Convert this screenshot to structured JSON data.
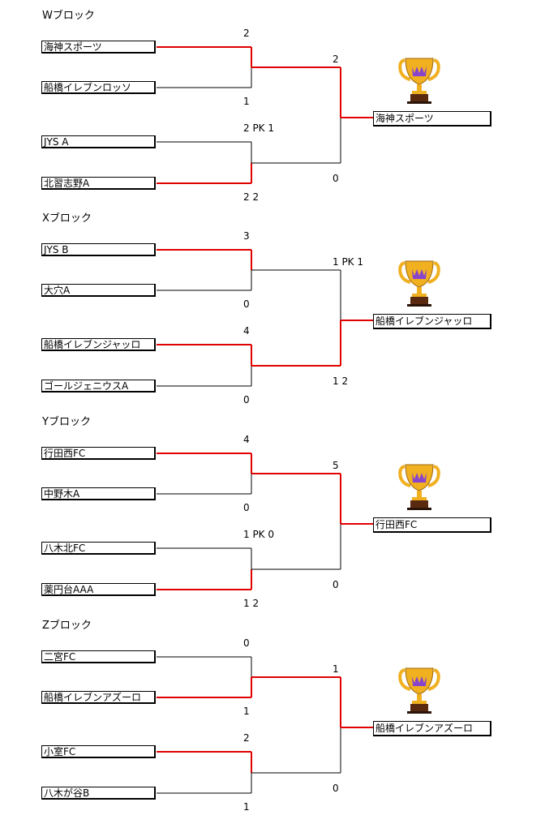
{
  "colors": {
    "win_line": "#e00000",
    "lose_line": "#000000",
    "trophy_gold": "#f0b020",
    "trophy_crown": "#8844cc",
    "trophy_base": "#5a2a10"
  },
  "blocks": [
    {
      "title": "Wブロック",
      "teams": [
        "海神スポーツ",
        "船橋イレブンロッソ",
        "JYS A",
        "北習志野A"
      ],
      "semi1": {
        "top": "2",
        "bottom": "1",
        "winner": "top"
      },
      "semi2": {
        "top": "2 PK  1",
        "bottom": "2    2",
        "winner": "bottom"
      },
      "final": {
        "top": "2",
        "bottom": "0",
        "winner": "top"
      },
      "champion": "海神スポーツ",
      "trophy": "trophy-icon"
    },
    {
      "title": "Xブロック",
      "teams": [
        "JYS B",
        "大穴A",
        "船橋イレブンジャッロ",
        "ゴールジェニウスA"
      ],
      "semi1": {
        "top": "3",
        "bottom": "0",
        "winner": "top"
      },
      "semi2": {
        "top": "4",
        "bottom": "0",
        "winner": "top"
      },
      "final": {
        "top": "1 PK  1",
        "bottom": "1    2",
        "winner": "bottom"
      },
      "champion": "船橋イレブンジャッロ",
      "trophy": "trophy-icon"
    },
    {
      "title": "Yブロック",
      "teams": [
        "行田西FC",
        "中野木A",
        "八木北FC",
        "薬円台AAA"
      ],
      "semi1": {
        "top": "4",
        "bottom": "0",
        "winner": "top"
      },
      "semi2": {
        "top": "1 PK  0",
        "bottom": "1    2",
        "winner": "bottom"
      },
      "final": {
        "top": "5",
        "bottom": "0",
        "winner": "top"
      },
      "champion": "行田西FC",
      "trophy": "trophy-icon"
    },
    {
      "title": "Zブロック",
      "teams": [
        "二宮FC",
        "船橋イレブンアズーロ",
        "小室FC",
        "八木が谷B"
      ],
      "semi1": {
        "top": "0",
        "bottom": "1",
        "winner": "bottom"
      },
      "semi2": {
        "top": "2",
        "bottom": "1",
        "winner": "top"
      },
      "final": {
        "top": "1",
        "bottom": "0",
        "winner": "top"
      },
      "champion": "船橋イレブンアズーロ",
      "trophy": "trophy-icon"
    }
  ]
}
